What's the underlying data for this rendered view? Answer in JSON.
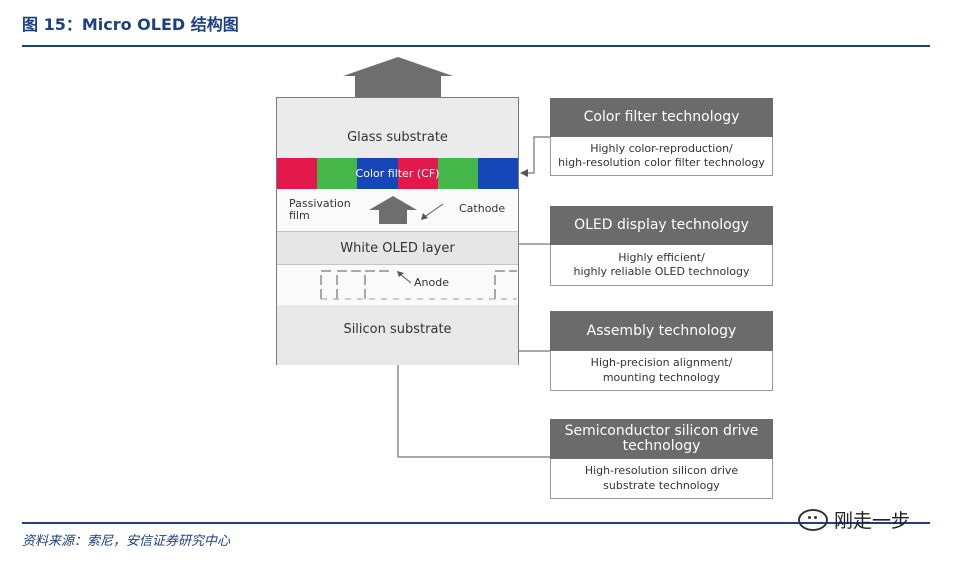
{
  "header": {
    "title": "图 15：Micro OLED 结构图"
  },
  "footer": {
    "source": "资料来源：索尼，安信证券研究中心",
    "watermark": "刚走一步"
  },
  "stack": {
    "glass": "Glass substrate",
    "color_filter": "Color filter (CF)",
    "passivation": "Passivation\nfilm",
    "cathode": "Cathode",
    "white_oled": "White OLED layer",
    "anode": "Anode",
    "silicon": "Silicon substrate",
    "cf_colors": [
      "#e3194b",
      "#45b649",
      "#1646b8",
      "#e3194b",
      "#45b649",
      "#1646b8"
    ]
  },
  "boxes": [
    {
      "title": "Color filter technology",
      "desc": "Highly color-reproduction/\nhigh-resolution color filter technology"
    },
    {
      "title": "OLED display technology",
      "desc": "Highly efficient/\nhighly reliable OLED technology"
    },
    {
      "title": "Assembly technology",
      "desc": "High-precision alignment/\nmounting technology"
    },
    {
      "title": "Semiconductor silicon drive\ntechnology",
      "desc": "High-resolution silicon drive\nsubstrate technology"
    }
  ],
  "colors": {
    "title_blue": "#1f3f7f",
    "box_head": "#6b6b6b"
  }
}
